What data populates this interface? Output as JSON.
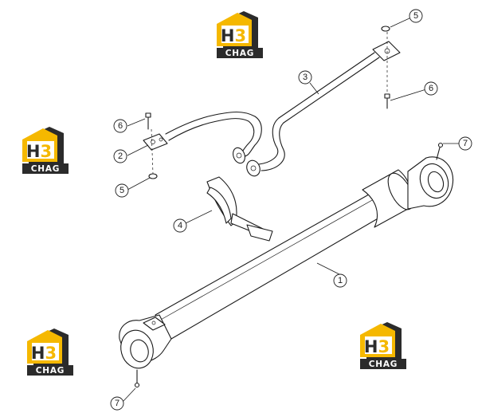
{
  "colors": {
    "logo_yellow": "#f5b800",
    "logo_dark": "#2b2b2b",
    "line": "#1a1a1a"
  },
  "logo": {
    "letters": "H3",
    "caption": "CHAG"
  },
  "callouts": [
    {
      "id": "1",
      "label": "1",
      "part": "cylinder"
    },
    {
      "id": "2",
      "label": "2",
      "part": "pipe-flange"
    },
    {
      "id": "3",
      "label": "3",
      "part": "pipe"
    },
    {
      "id": "4",
      "label": "4",
      "part": "clamp"
    },
    {
      "id": "5a",
      "label": "5",
      "part": "o-ring-upper"
    },
    {
      "id": "5b",
      "label": "5",
      "part": "o-ring-lower"
    },
    {
      "id": "6a",
      "label": "6",
      "part": "bolt-left"
    },
    {
      "id": "6b",
      "label": "6",
      "part": "bolt-right"
    },
    {
      "id": "7a",
      "label": "7",
      "part": "grease-fitting-rod-end"
    },
    {
      "id": "7b",
      "label": "7",
      "part": "grease-fitting-head-end"
    }
  ]
}
